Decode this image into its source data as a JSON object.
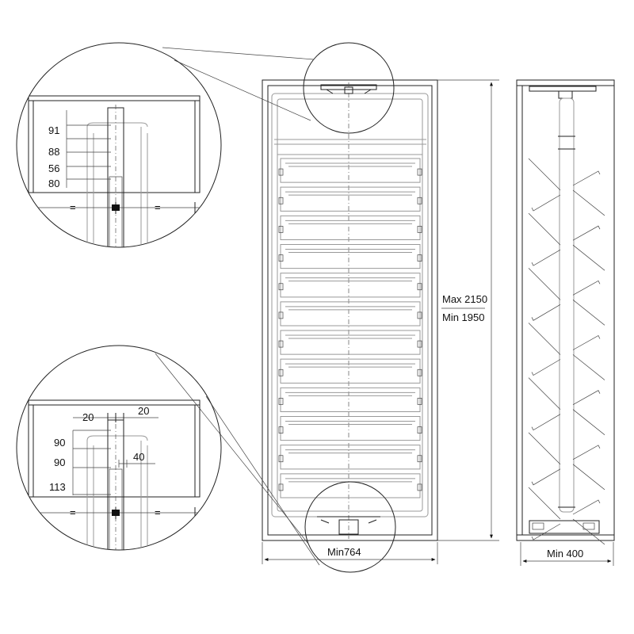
{
  "front_view": {
    "height_max": "Max 2150",
    "height_min": "Min 1950",
    "width_min": "Min764",
    "shelf_count": 12
  },
  "side_view": {
    "depth_min": "Min 400",
    "hook_rows": 7
  },
  "detail_top": {
    "dim_1": "91",
    "dim_2": "88",
    "dim_3": "56",
    "dim_4": "80",
    "equal_left": "=",
    "equal_right": "="
  },
  "detail_bottom": {
    "width_left": "20",
    "width_right": "20",
    "dim_1": "90",
    "dim_2": "90",
    "dim_3": "113",
    "offset": "40",
    "equal_left": "=",
    "equal_right": "="
  }
}
